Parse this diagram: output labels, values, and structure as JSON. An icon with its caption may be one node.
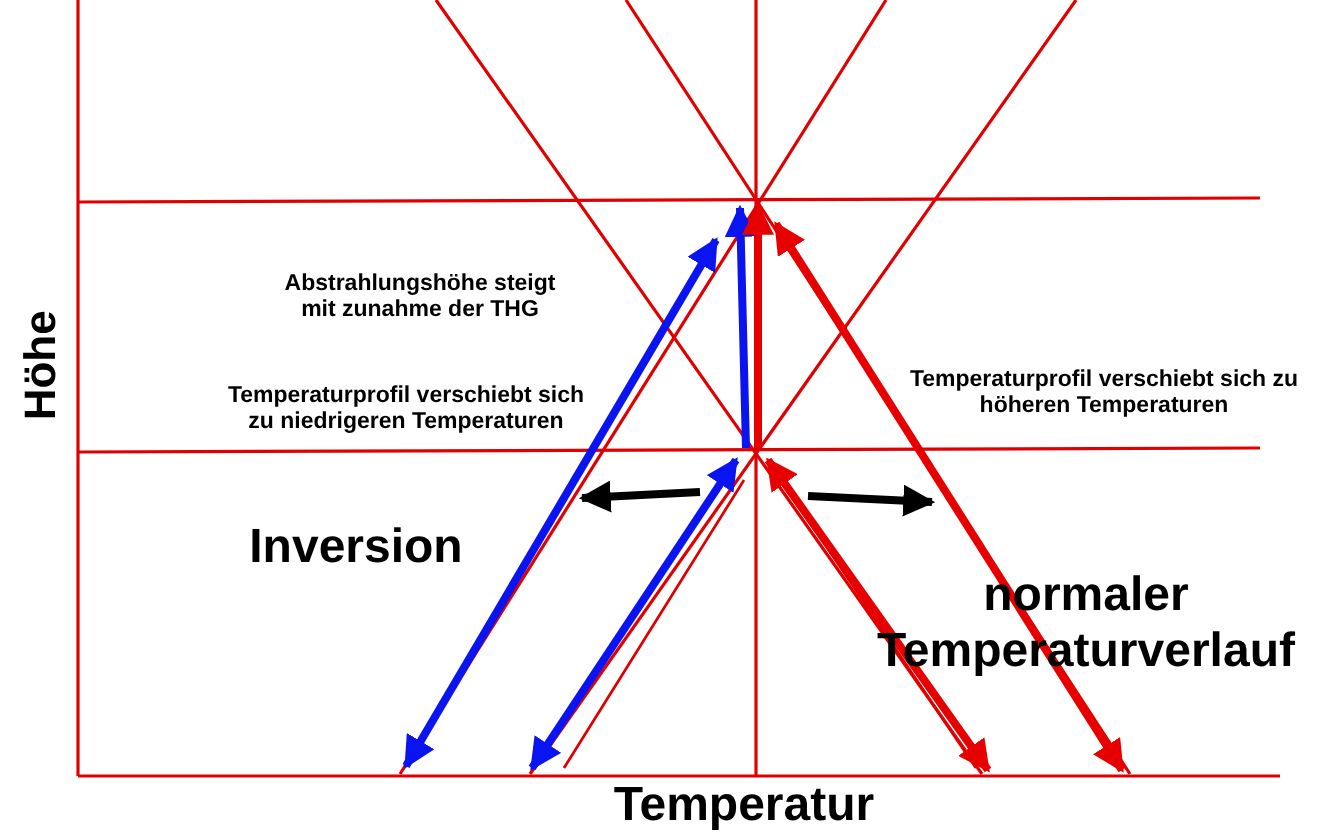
{
  "diagram": {
    "labels": [
      "Abstrahlungshöhe steigt mit zunahme der THG",
      "Temperaturprofil verschiebt sich zu niedrigeren Temperaturen",
      "Temperaturprofil verschiebt sich zu höheren Temperaturen",
      "Höhe",
      "Inversion",
      "normaler Temperaturverlauf",
      "Temperatur"
    ]
  }
}
